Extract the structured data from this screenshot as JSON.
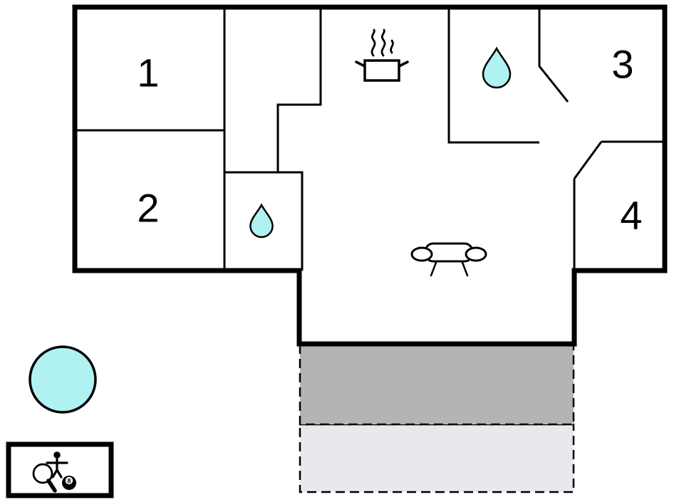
{
  "floorplan": {
    "rooms": [
      {
        "name": "room-1",
        "label": "1"
      },
      {
        "name": "room-2",
        "label": "2"
      },
      {
        "name": "room-3",
        "label": "3"
      },
      {
        "name": "room-4",
        "label": "4"
      }
    ],
    "colors": {
      "wall": "#000000",
      "background": "#ffffff",
      "water": "#b0f1f2",
      "terrace_upper": "#b4b4b4",
      "terrace_lower": "#e9e9ed"
    },
    "icons": [
      "steaming-pot-icon",
      "water-drop-icon-bathroom-top",
      "water-drop-icon-bathroom-small",
      "sofa-icon",
      "hot-tub-icon",
      "table-tennis-paddle-icon",
      "foosball-player-icon",
      "eight-ball-icon"
    ],
    "eight_ball": {
      "label": "8"
    }
  }
}
